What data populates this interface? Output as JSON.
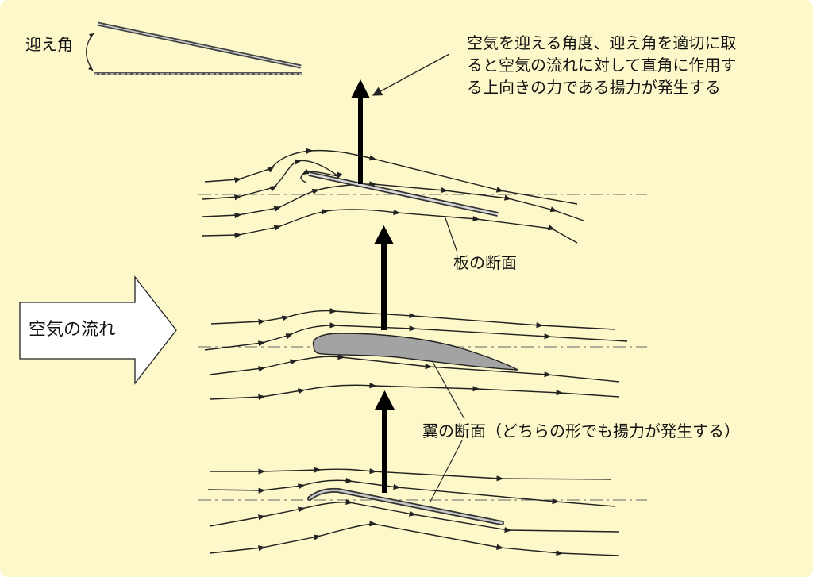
{
  "labels": {
    "angle_of_attack": "迎え角",
    "description_lines": [
      "空気を迎える角度、迎え角を適切に取",
      "ると空気の流れに対して直角に作用す",
      "る上向きの力である揚力が発生する"
    ],
    "plate_section": "板の断面",
    "airflow": "空気の流れ",
    "wing_section": "翼の断面（どちらの形でも揚力が発生する）"
  },
  "colors": {
    "background": "#fdf8c9",
    "airfoil_fill": "#a3a3a3",
    "lift_arrow": "#000000",
    "flow_arrow_fill": "#ffffff"
  }
}
